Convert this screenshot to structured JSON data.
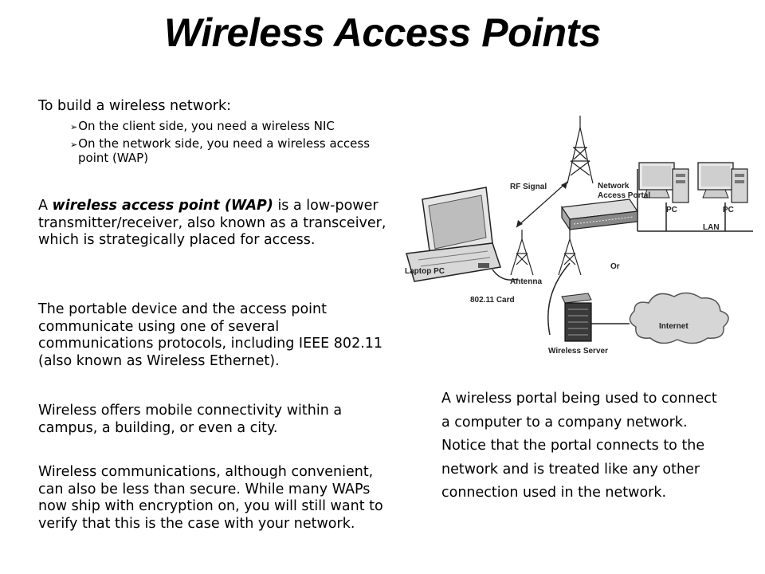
{
  "slide": {
    "title": "Wireless Access Points",
    "intro": "To build a wireless network:",
    "bullets": [
      "On the client side, you need a wireless NIC",
      "On the network side, you need a wireless access point (WAP)"
    ],
    "para1": {
      "before": "A ",
      "term": "wireless access point (WAP)",
      "after": " is a low-power transmitter/receiver, also known as a transceiver, which is strategically placed for access."
    },
    "para2": "The portable device and the access point communicate using one of several communications protocols, including IEEE 802.11 (also known as Wireless Ethernet).",
    "para3": "Wireless offers mobile connectivity within a campus, a building, or even a city.",
    "para4": "Wireless communications, although convenient, can also be less than secure. While many WAPs now ship with encryption on, you will still want to verify that this is the case with your network.",
    "caption": "A wireless portal being used to connect a computer to a company network. Notice that the portal connects to the network and is treated like any other connection used in the network."
  },
  "diagram": {
    "labels": {
      "rf_signal": "RF Signal",
      "network_line1": "Network",
      "network_line2": "Access Portal",
      "pc1": "PC",
      "pc2": "PC",
      "lan": "LAN",
      "laptop": "Laptop PC",
      "antenna": "Antenna",
      "card": "802.11 Card",
      "or": "Or",
      "internet": "Internet",
      "server": "Wireless Server"
    }
  },
  "icons": {
    "bullet": "arrow-bullet-icon",
    "tower": "antenna-tower-icon",
    "laptop": "laptop-icon",
    "desktop": "desktop-pc-icon",
    "router": "access-portal-icon",
    "server": "server-icon",
    "cloud": "cloud-icon"
  }
}
